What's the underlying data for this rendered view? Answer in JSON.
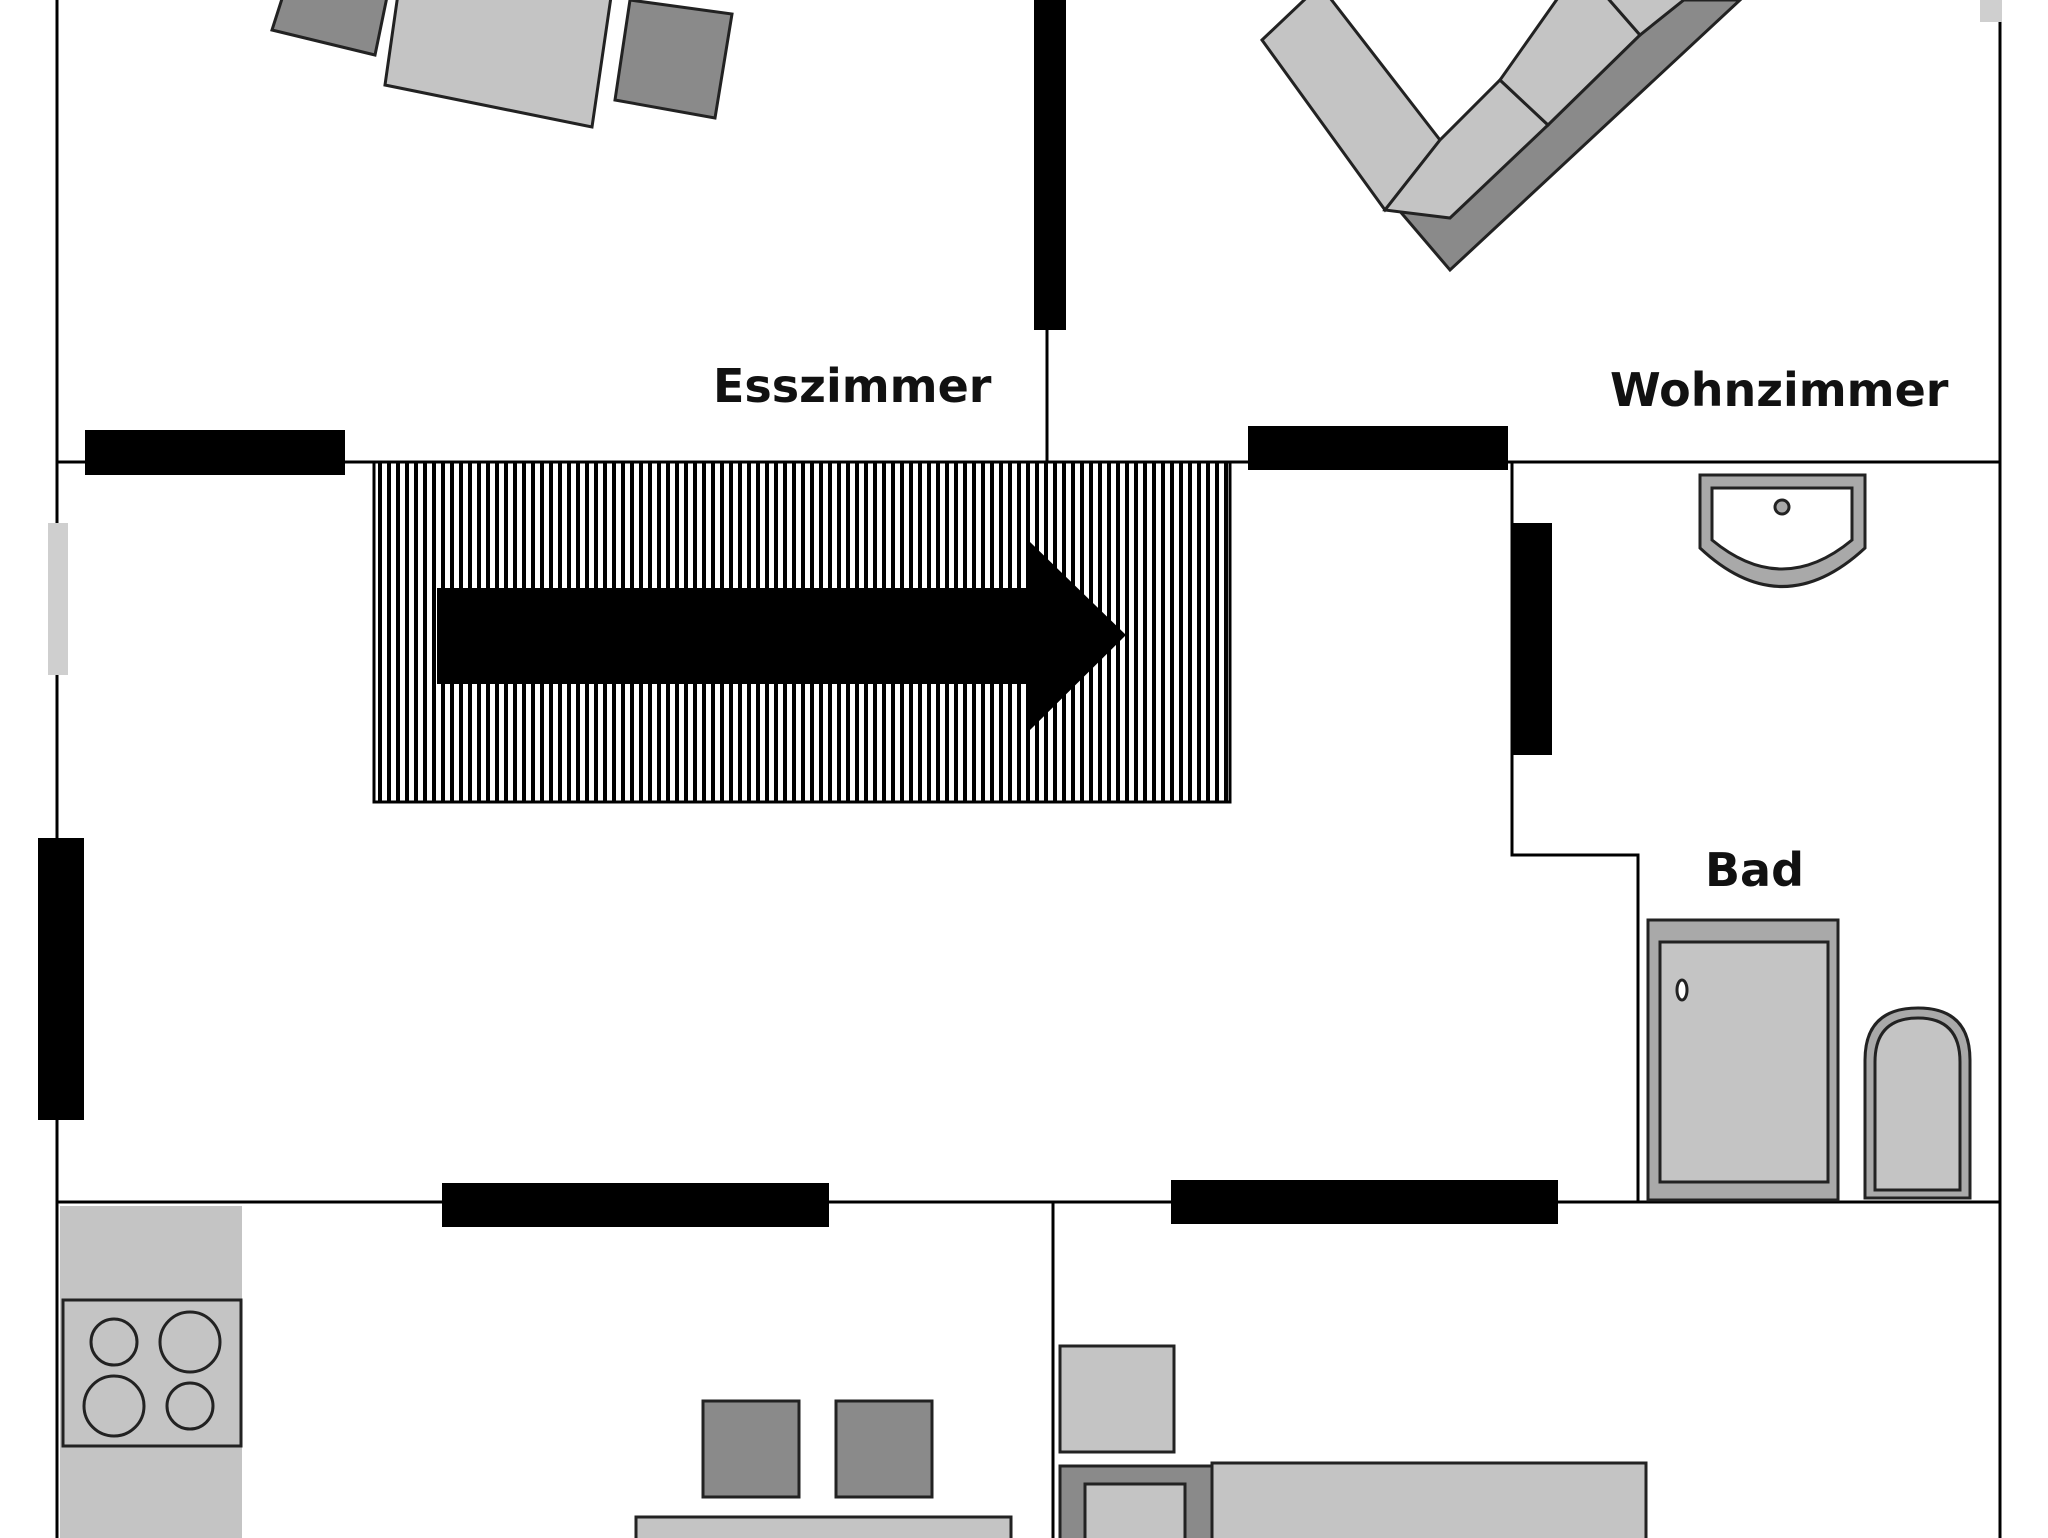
{
  "rooms": {
    "esszimmer": "Esszimmer",
    "wohnzimmer": "Wohnzimmer",
    "bad": "Bad"
  },
  "colors": {
    "wall": "#000000",
    "furniture_light": "#c4c4c4",
    "furniture_mid": "#a9a9a9",
    "furniture_dark": "#8a8a8a",
    "window": "#cfcfcf",
    "background": "#ffffff"
  },
  "icons": {
    "direction_arrow": "arrow-right-icon",
    "stove": "stove-icon",
    "sink": "sink-icon",
    "toilet": "toilet-icon",
    "shower": "shower-icon",
    "sofa": "sofa-icon"
  }
}
